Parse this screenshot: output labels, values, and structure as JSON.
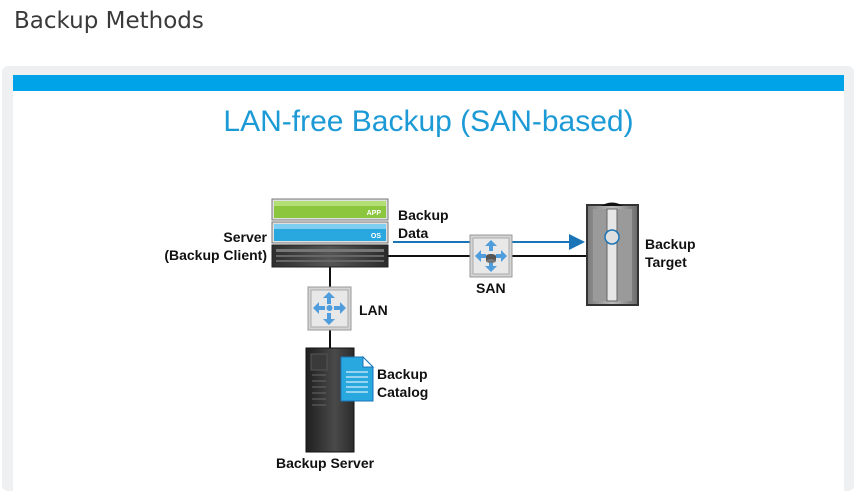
{
  "page": {
    "title": "Backup Methods"
  },
  "slide": {
    "title": "LAN-free Backup (SAN-based)",
    "server_label_1": "Server",
    "server_label_2": "(Backup Client)",
    "app_tag": "APP",
    "os_tag": "OS",
    "backup_data_1": "Backup",
    "backup_data_2": "Data",
    "san_label": "SAN",
    "lan_label": "LAN",
    "target_label_1": "Backup",
    "target_label_2": "Target",
    "catalog_label_1": "Backup",
    "catalog_label_2": "Catalog",
    "backup_server_label": "Backup Server",
    "colors": {
      "accent_bar": "#00a2e8",
      "title": "#1c9ad6",
      "app_layer": "#8cc63f",
      "os_layer": "#29a8e0",
      "arrow": "#1a75b8"
    }
  }
}
